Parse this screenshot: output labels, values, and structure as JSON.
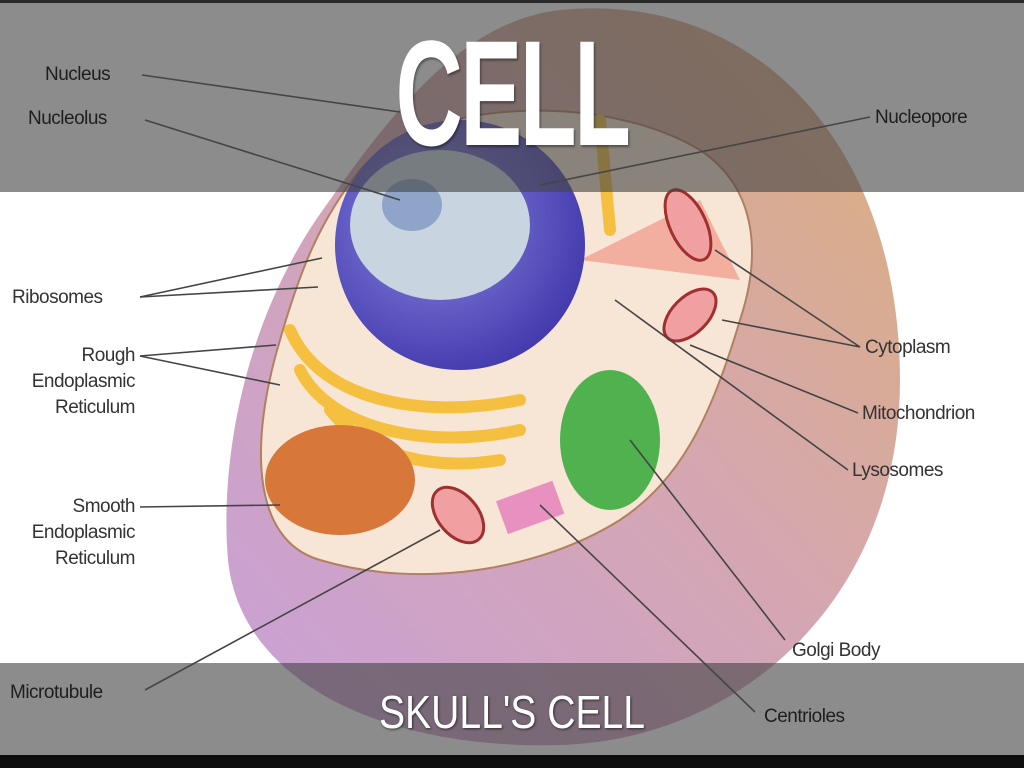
{
  "slide": {
    "title": "CELL",
    "subtitle": "SKULL'S CELL"
  },
  "labels": {
    "nucleus": "Nucleus",
    "nucleolus": "Nucleolus",
    "ribosomes": "Ribosomes",
    "rough_er": [
      "Rough",
      "Endoplasmic",
      "Reticulum"
    ],
    "smooth_er": [
      "Smooth",
      "Endoplasmic",
      "Reticulum"
    ],
    "microtubule": "Microtubule",
    "nucleopore": "Nucleopore",
    "cytoplasm": "Cytoplasm",
    "mitochondrion": "Mitochondrion",
    "lysosomes": "Lysosomes",
    "golgi_body": "Golgi Body",
    "centrioles": "Centrioles"
  },
  "colors": {
    "overlay": "#464646",
    "outer_cell_purple": "#c79fd0",
    "outer_cell_tan": "#d7b58a",
    "cytoplasm": "#f7e6d6",
    "nucleus": "#5a4fc0",
    "rough_er": "#f5c040",
    "smooth_er": "#d8773a",
    "golgi": "#3fa83f"
  }
}
